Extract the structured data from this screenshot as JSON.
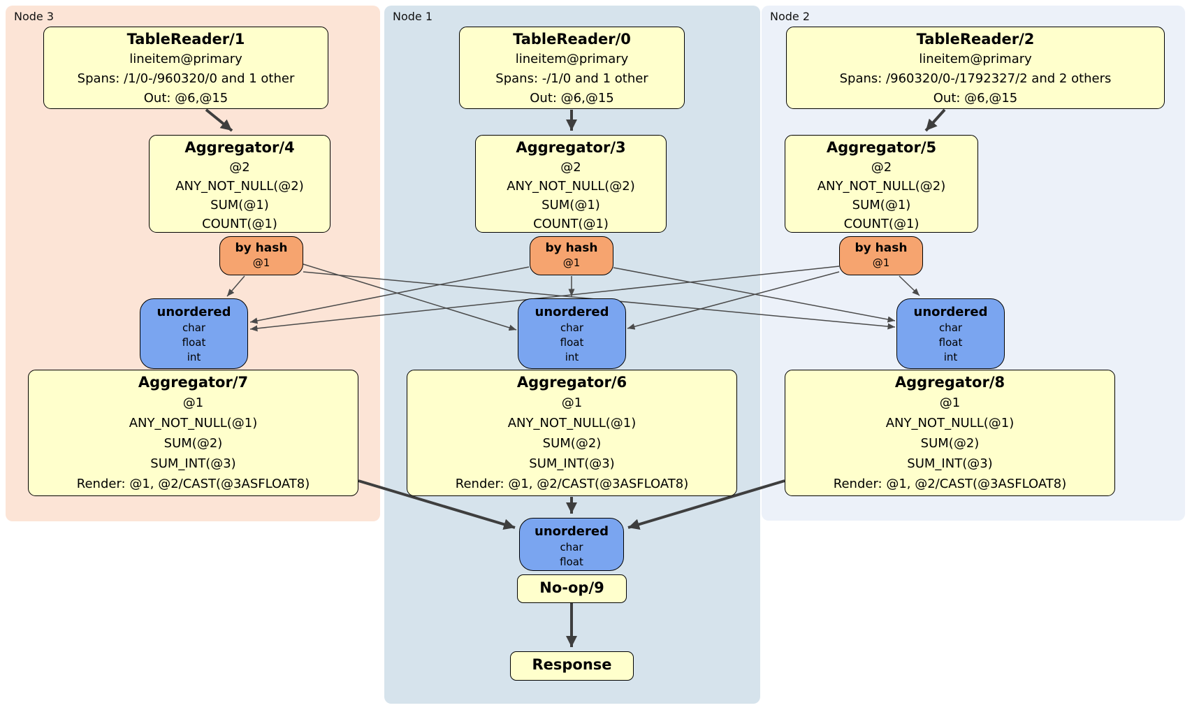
{
  "nodes": [
    {
      "label": "Node 3",
      "table_reader": {
        "title": "TableReader/1",
        "index": "lineitem@primary",
        "spans": "Spans: /1/0-/960320/0 and 1 other",
        "out": "Out: @6,@15"
      },
      "aggregator_top": {
        "title": "Aggregator/4",
        "lines": [
          "@2",
          "ANY_NOT_NULL(@2)",
          "SUM(@1)",
          "COUNT(@1)"
        ]
      },
      "router": {
        "title": "by hash",
        "detail": "@1"
      },
      "sync": {
        "title": "unordered",
        "types": [
          "char",
          "float",
          "int"
        ]
      },
      "aggregator_bottom": {
        "title": "Aggregator/7",
        "lines": [
          "@1",
          "ANY_NOT_NULL(@1)",
          "SUM(@2)",
          "SUM_INT(@3)",
          "Render: @1, @2/CAST(@3ASFLOAT8)"
        ]
      }
    },
    {
      "label": "Node 1",
      "table_reader": {
        "title": "TableReader/0",
        "index": "lineitem@primary",
        "spans": "Spans: -/1/0 and 1 other",
        "out": "Out: @6,@15"
      },
      "aggregator_top": {
        "title": "Aggregator/3",
        "lines": [
          "@2",
          "ANY_NOT_NULL(@2)",
          "SUM(@1)",
          "COUNT(@1)"
        ]
      },
      "router": {
        "title": "by hash",
        "detail": "@1"
      },
      "sync": {
        "title": "unordered",
        "types": [
          "char",
          "float",
          "int"
        ]
      },
      "aggregator_bottom": {
        "title": "Aggregator/6",
        "lines": [
          "@1",
          "ANY_NOT_NULL(@1)",
          "SUM(@2)",
          "SUM_INT(@3)",
          "Render: @1, @2/CAST(@3ASFLOAT8)"
        ]
      }
    },
    {
      "label": "Node 2",
      "table_reader": {
        "title": "TableReader/2",
        "index": "lineitem@primary",
        "spans": "Spans: /960320/0-/1792327/2 and 2 others",
        "out": "Out: @6,@15"
      },
      "aggregator_top": {
        "title": "Aggregator/5",
        "lines": [
          "@2",
          "ANY_NOT_NULL(@2)",
          "SUM(@1)",
          "COUNT(@1)"
        ]
      },
      "router": {
        "title": "by hash",
        "detail": "@1"
      },
      "sync": {
        "title": "unordered",
        "types": [
          "char",
          "float",
          "int"
        ]
      },
      "aggregator_bottom": {
        "title": "Aggregator/8",
        "lines": [
          "@1",
          "ANY_NOT_NULL(@1)",
          "SUM(@2)",
          "SUM_INT(@3)",
          "Render: @1, @2/CAST(@3ASFLOAT8)"
        ]
      }
    }
  ],
  "final": {
    "sync": {
      "title": "unordered",
      "types": [
        "char",
        "float"
      ]
    },
    "noop_label": "No-op/9",
    "response_label": "Response"
  },
  "colors": {
    "node3_bg": "#fce4d6",
    "node1_bg": "#d6e3ec",
    "node2_bg": "#ecf1f9",
    "processor_bg": "#ffffcc",
    "router_bg": "#f6a46f",
    "sync_bg": "#7aa5f0",
    "edge_thick": "#3e3e3e",
    "edge_thin": "#4a4a4a"
  }
}
